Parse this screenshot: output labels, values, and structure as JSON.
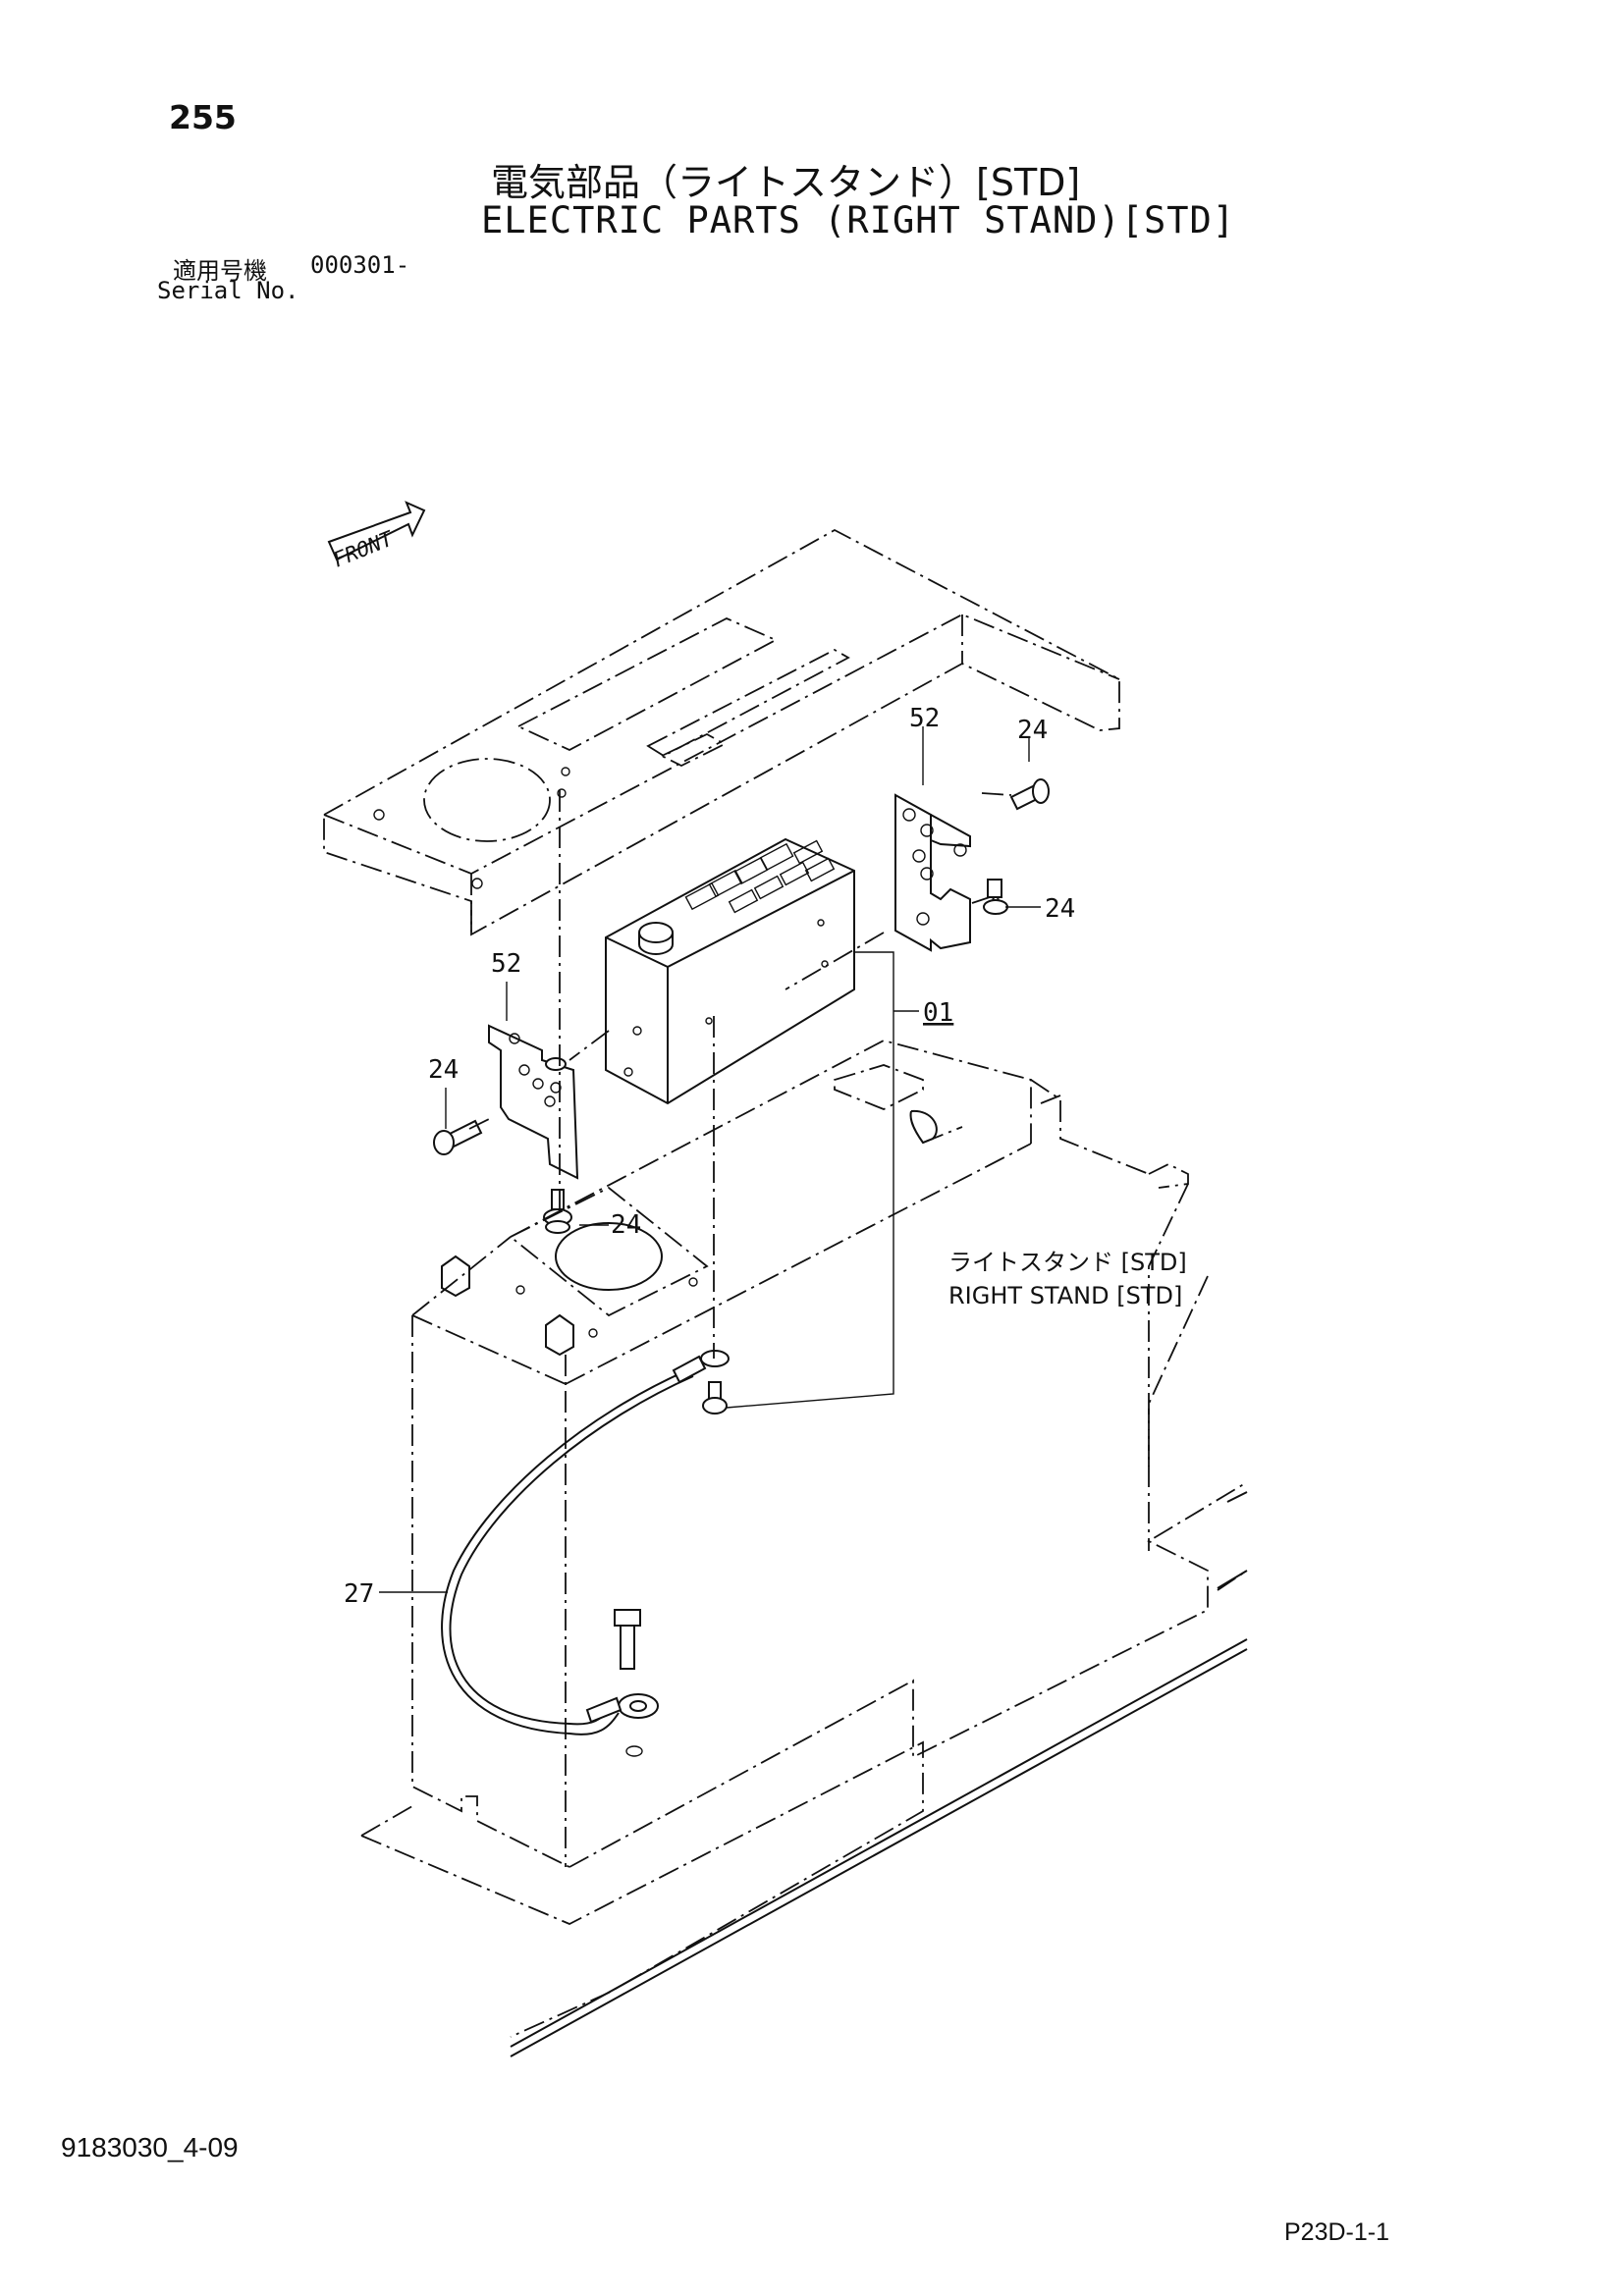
{
  "page_number": "255",
  "title_jp": "電気部品（ライトスタンド）[STD]",
  "title_en": "ELECTRIC PARTS (RIGHT STAND)[STD]",
  "serial": {
    "label_jp": "適用号機",
    "value": "000301-",
    "label_en": "Serial No."
  },
  "front_marker": "FRONT",
  "callouts": {
    "bracket_right": "52",
    "bolt_right_top": "24",
    "bolt_right_mid": "24",
    "controller": "01",
    "bracket_left": "52",
    "bolt_left": "24",
    "bolt_lower": "24",
    "cable": "27"
  },
  "assembly_label": {
    "jp": "ライトスタンド [STD]",
    "en": "RIGHT STAND [STD]"
  },
  "footer": {
    "doc_code": "9183030_4-09",
    "page_code": "P23D-1-1"
  }
}
